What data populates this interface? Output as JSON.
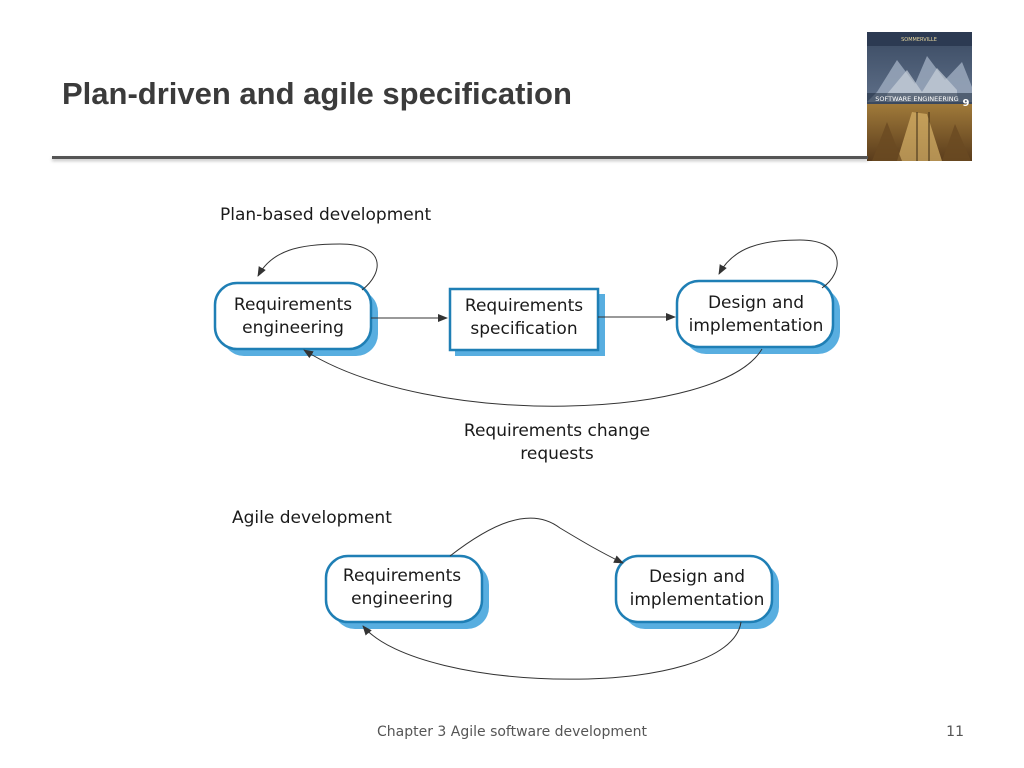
{
  "slide": {
    "title": "Plan-driven and agile specification",
    "footer": "Chapter 3 Agile software development",
    "page_number": "11"
  },
  "book_cover": {
    "author": "SOMMERVILLE",
    "title": "SOFTWARE ENGINEERING",
    "edition": "9"
  },
  "plan_based": {
    "heading": "Plan-based development",
    "nodes": {
      "req_eng": [
        "Requirements",
        "engineering"
      ],
      "req_spec": [
        "Requirements",
        "specification"
      ],
      "design_impl": [
        "Design and",
        "implementation"
      ]
    },
    "change_label": [
      "Requirements change",
      "requests"
    ]
  },
  "agile": {
    "heading": "Agile development",
    "nodes": {
      "req_eng": [
        "Requirements",
        "engineering"
      ],
      "design_impl": [
        "Design and",
        "implementation"
      ]
    }
  },
  "colors": {
    "node_border": "#1f7fb5",
    "node_shadow": "#58aee0",
    "arrow": "#333333"
  }
}
